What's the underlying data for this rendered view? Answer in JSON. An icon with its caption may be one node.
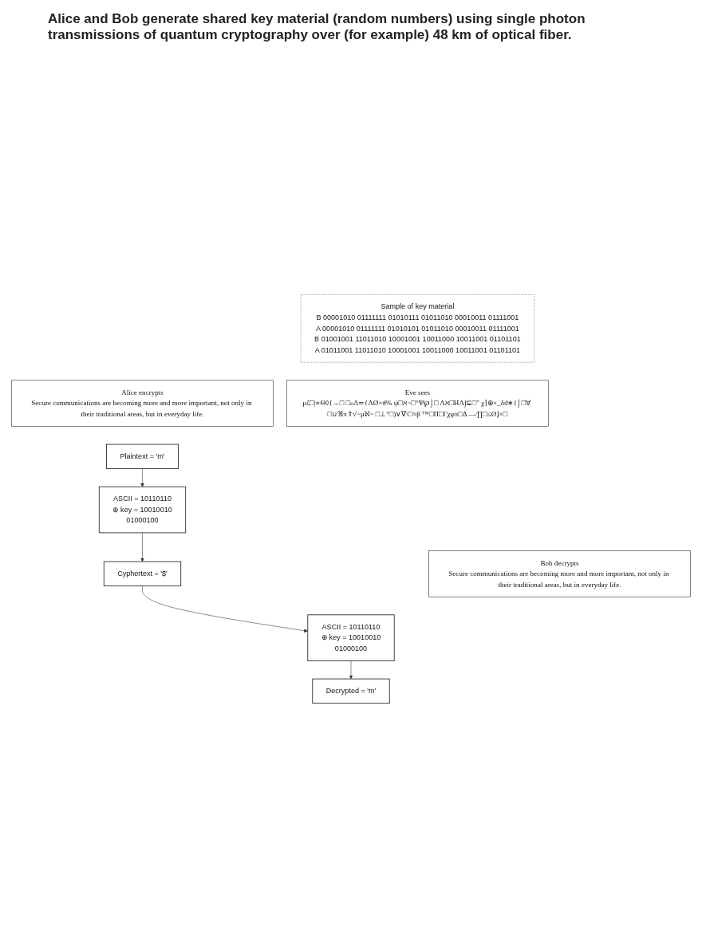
{
  "diagram": {
    "nodes": [
      {
        "text": [
          "Sample of key material",
          "B 00001010 01111111 01010111 01011010 00010011 01111001",
          "A 00001010 01111111 01010101 01011010 00010011 01111001",
          "B 01001001 11011010 10001001 10011000 10011001 01101101",
          "A 01011001 11011010 10001001 10011000 10011001 01101101"
        ]
      },
      {
        "text": [
          "Alice encrypts",
          "Secure communications are becoming more and more important, not only in their traditional areas, but in everyday life."
        ]
      },
      {
        "text": [
          "Eve sees",
          "μζ□|∝Θ◊{→□ □ℴΛ≂{ΛØ×#% ψ□ℵ~□°Ψ℘⌡□ Λℵ□HΛ∫⊆□″ χ⌉⊕×_δϑ∗{⌡□∀ □∪ℜπ⇑√~μℵ~ □⊥°□)∨∇\\□≈β ™□Π□Γχφπ□Δ —⁄∏□≤Ø⌋×□"
        ]
      },
      {
        "text": [
          "Bob decrypts",
          "Secure communications are becoming more and more important, not only in their traditional areas, but in everyday life."
        ]
      },
      {
        "text": [
          "Plaintext = 'm'"
        ]
      },
      {
        "text": [
          "ASCII = 10110110",
          "⊕ key = 10010010",
          "01000100"
        ]
      },
      {
        "text": [
          "Cyphertext =  '$'"
        ]
      },
      {
        "text": [
          "ASCII = 10110110",
          "⊕ key = 10010010",
          "01000100"
        ]
      },
      {
        "text": [
          "Decrypted =  'm'"
        ]
      }
    ],
    "edges": [
      {
        "from": 4,
        "to": 5,
        "arrow": "to"
      },
      {
        "from": 5,
        "to": 6,
        "arrow": "to"
      },
      {
        "from": 6,
        "to": 7,
        "arrow": "to"
      },
      {
        "from": 7,
        "to": 8,
        "arrow": "to"
      }
    ],
    "labels": [
      "Alice and Bob generate shared key material (random numbers) using single photon transmissions of quantum cryptography over (for example) 48 km of optical fiber."
    ]
  }
}
